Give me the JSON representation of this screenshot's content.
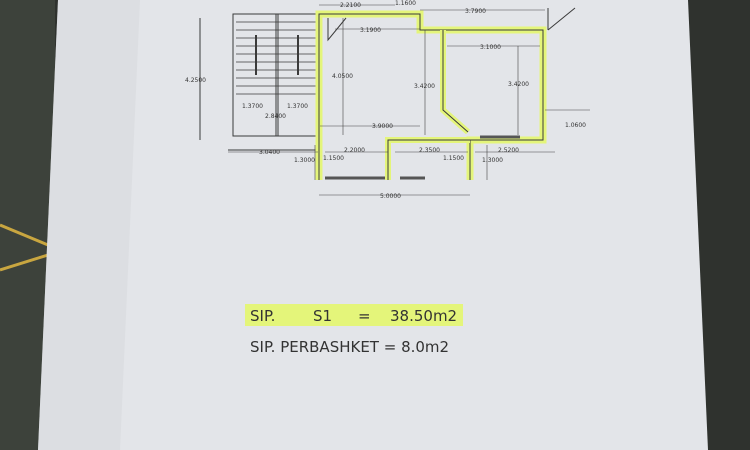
{
  "colors": {
    "paper": "#e3e5e9",
    "highlight": "#e4f57a",
    "line": "#3a3a3a",
    "background": "#2f322e"
  },
  "plan": {
    "dimensions": {
      "top_left_width": "2.2100",
      "top_small": "1.1600",
      "top_right_width": "3.7900",
      "room1_inner_width": "3.1900",
      "room2_inner_width": "3.1000",
      "stair_height": "4.2500",
      "room1_height": "4.0500",
      "room2_height_left": "3.4200",
      "room2_height_right": "3.4200",
      "stair_flight_left": "1.3700",
      "stair_flight_right": "1.3700",
      "stair_total_width": "2.8400",
      "room1_bottom_width": "3.9000",
      "balcony_right_offset": "1.0600",
      "left_offset": "3.0400",
      "corridor_width": "2.2000",
      "corridor_right": "2.3500",
      "right_lower_width": "2.5200",
      "left_depth": "1.3000",
      "left_inner_depth": "1.1500",
      "right_inner_depth": "1.1500",
      "right_depth": "1.3000",
      "total_width": "5.0000"
    }
  },
  "areas": {
    "s1_label": "SIP.",
    "s1_name": "S1",
    "s1_eq": "=",
    "s1_value": "38.50m2",
    "shared_label": "SIP. PERBASHKET = 8.0m2"
  }
}
